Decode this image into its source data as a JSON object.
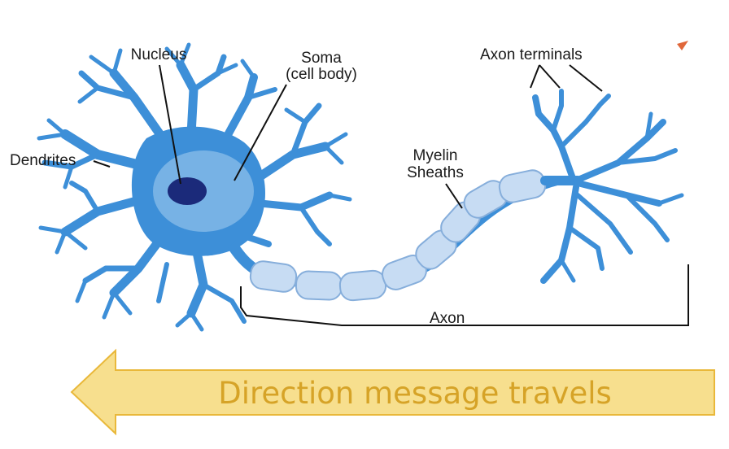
{
  "labels": {
    "nucleus": "Nucleus",
    "soma_line1": "Soma",
    "soma_line2": "(cell body)",
    "dendrites": "Dendrites",
    "myelin_line1": "Myelin",
    "myelin_line2": "Sheaths",
    "axon_terminals": "Axon terminals",
    "axon": "Axon"
  },
  "arrow": {
    "text": "Direction message travels"
  },
  "colors": {
    "neuron_blue": "#3d8fd8",
    "neuron_dark": "#2c6fb8",
    "soma_light": "#a7d0f1",
    "nucleus": "#1b2a7a",
    "sheath_fill": "#c7dcf3",
    "sheath_stroke": "#86aedb",
    "arrow_fill": "#f7df8e",
    "arrow_stroke": "#e9b83a",
    "arrow_text": "#d6a327",
    "leader": "#111111",
    "accent_orange": "#e0673a"
  }
}
